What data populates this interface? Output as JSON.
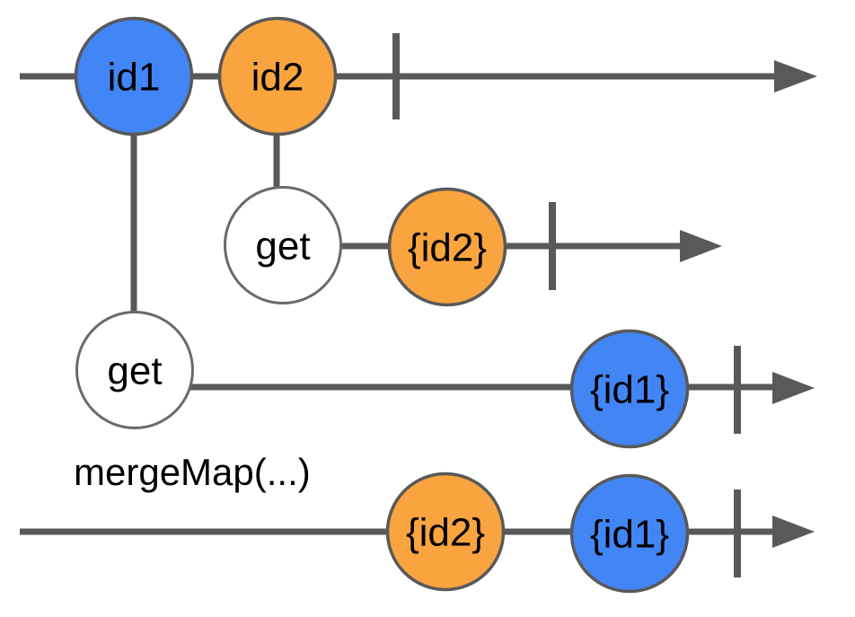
{
  "diagram": {
    "operator_label": "mergeMap(...)",
    "colors": {
      "line": "#595959",
      "blue": "#4285F4",
      "orange": "#F9A43F",
      "white": "#FFFFFF",
      "label_text": "#000000"
    },
    "timelines": {
      "source": {
        "marbles": [
          {
            "label": "id1",
            "fill": "#4285F4"
          },
          {
            "label": "id2",
            "fill": "#F9A43F"
          }
        ]
      },
      "inner_id2": {
        "marbles": [
          {
            "label": "get",
            "fill": "#FFFFFF"
          },
          {
            "label": "{id2}",
            "fill": "#F9A43F"
          }
        ]
      },
      "inner_id1": {
        "marbles": [
          {
            "label": "get",
            "fill": "#FFFFFF"
          },
          {
            "label": "{id1}",
            "fill": "#4285F4"
          }
        ]
      },
      "output": {
        "marbles": [
          {
            "label": "{id2}",
            "fill": "#F9A43F"
          },
          {
            "label": "{id1}",
            "fill": "#4285F4"
          }
        ]
      }
    }
  }
}
